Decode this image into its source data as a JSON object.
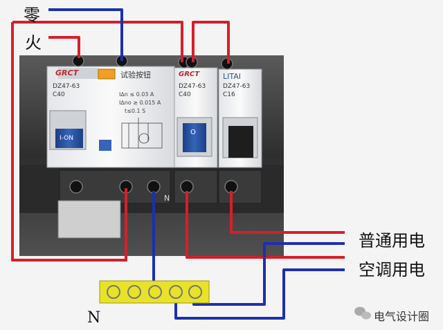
{
  "labels": {
    "neutral_top": "零",
    "live_top": "火",
    "circuit_1": "普通用电",
    "circuit_2": "空调用电",
    "neutral_bottom": "N",
    "n_small": "N"
  },
  "devices": {
    "rcd": {
      "brand": "GRCT",
      "test_label": "试验按钮",
      "model": "DZ47-63",
      "rating": "C40",
      "spec_1": "I∆n ≤ 0.03 A",
      "spec_2": "I∆no ≥ 0.015 A",
      "spec_3": "t≤0.1 S",
      "handle": "I-ON"
    },
    "mcb1": {
      "brand": "GRCT",
      "model": "DZ47-63",
      "rating": "C40",
      "handle": "O"
    },
    "mcb2": {
      "brand": "LITAI",
      "model": "DZ47-63",
      "rating": "C16"
    }
  },
  "watermark": "电气设计圈",
  "colors": {
    "live_wire": "#d81e2a",
    "neutral_wire": "#1c2fb0",
    "terminal_bar": "#e8e22a",
    "panel": "#3a3a3a"
  }
}
